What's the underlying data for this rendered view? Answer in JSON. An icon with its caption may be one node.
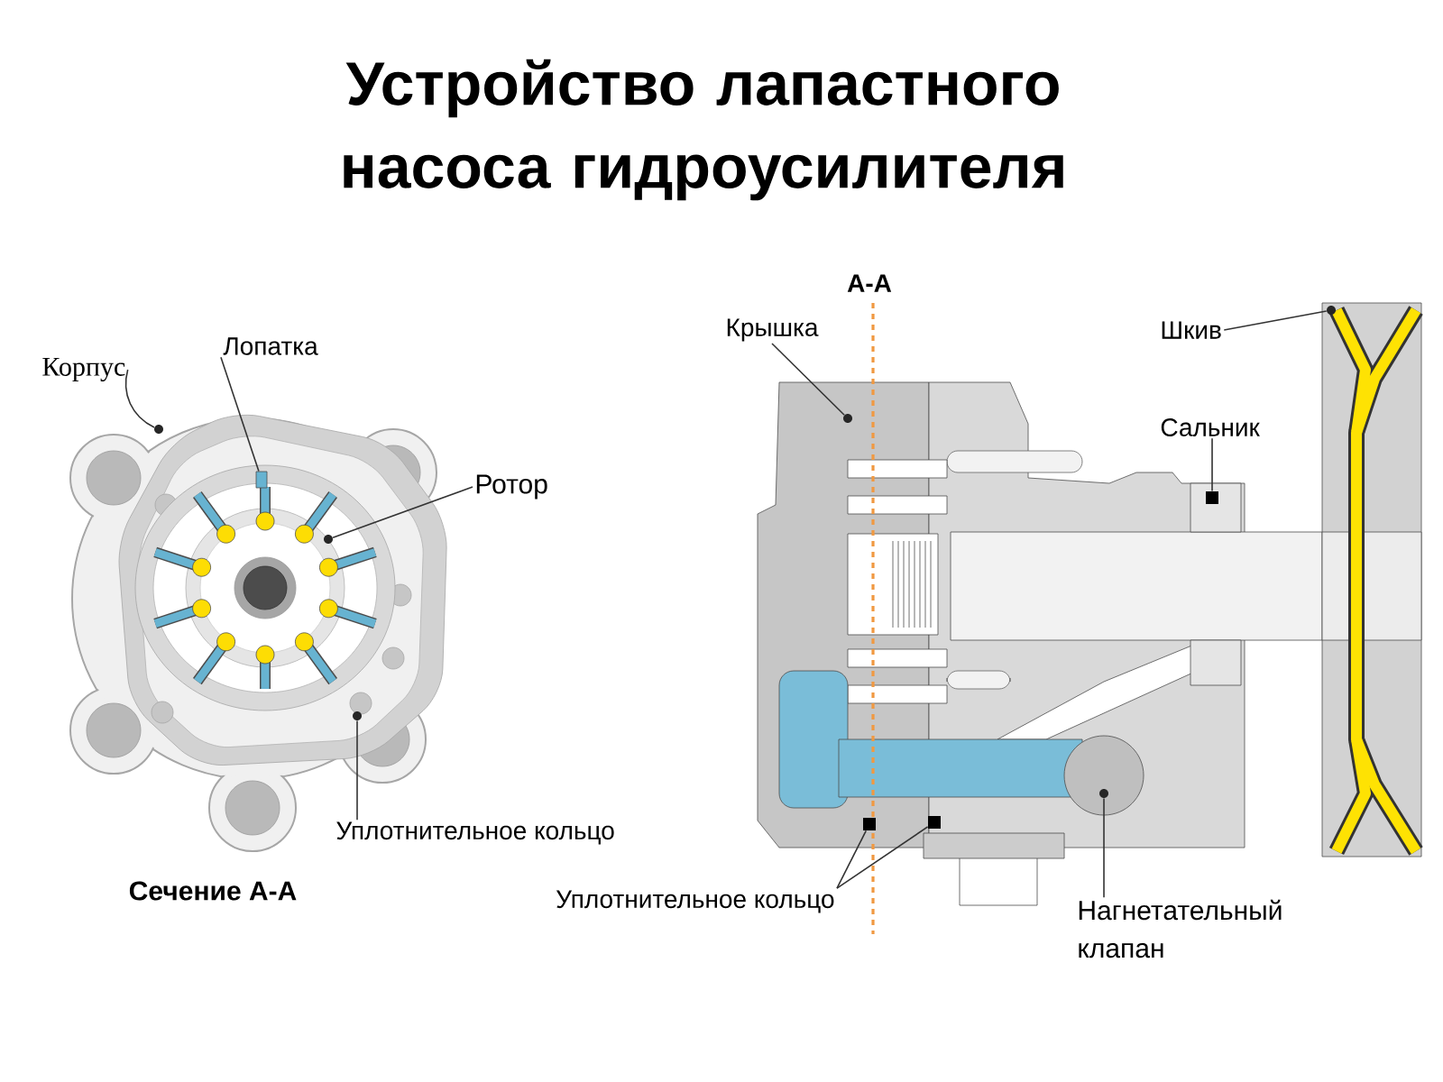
{
  "diagram": {
    "title": "Устройство лапастного насоса гидроусилителя",
    "nodes": [
      {
        "text": [
          "Корпус"
        ]
      },
      {
        "text": [
          "Лопатка"
        ]
      },
      {
        "text": [
          "Ротор"
        ]
      },
      {
        "text": [
          "Уплотнительное кольцо"
        ]
      },
      {
        "text": [
          "Крышка"
        ]
      },
      {
        "text": [
          "Шкив"
        ]
      },
      {
        "text": [
          "Сальник"
        ]
      },
      {
        "text": [
          "Уплотнительное кольцо"
        ]
      },
      {
        "text": [
          "Нагнетательный клапан"
        ]
      },
      {
        "text": [],
        "shape": "circle"
      },
      {
        "text": [],
        "shape": "bar"
      },
      {
        "text": [],
        "shape": "circle"
      },
      {
        "text": [],
        "shape": "circle"
      },
      {
        "text": [],
        "shape": "circle"
      },
      {
        "text": [],
        "shape": "circle"
      },
      {
        "text": [],
        "shape": "box"
      },
      {
        "text": [],
        "shape": "box"
      },
      {
        "text": [],
        "shape": "box"
      },
      {
        "text": [],
        "shape": "circle"
      }
    ],
    "edges": [
      {
        "from": 0,
        "to": 9,
        "arrow": "none"
      },
      {
        "from": 1,
        "to": 10,
        "arrow": "none"
      },
      {
        "from": 2,
        "to": 11,
        "arrow": "none"
      },
      {
        "from": 3,
        "to": 12,
        "arrow": "none"
      },
      {
        "from": 4,
        "to": 13,
        "arrow": "none"
      },
      {
        "from": 5,
        "to": 14,
        "arrow": "none"
      },
      {
        "from": 6,
        "to": 15,
        "arrow": "none"
      },
      {
        "from": 7,
        "to": 16,
        "arrow": "none"
      },
      {
        "from": 7,
        "to": 17,
        "arrow": "none"
      },
      {
        "from": 8,
        "to": 18,
        "arrow": "none"
      }
    ],
    "labels": [
      "А-А",
      "Сечение А-А"
    ]
  }
}
